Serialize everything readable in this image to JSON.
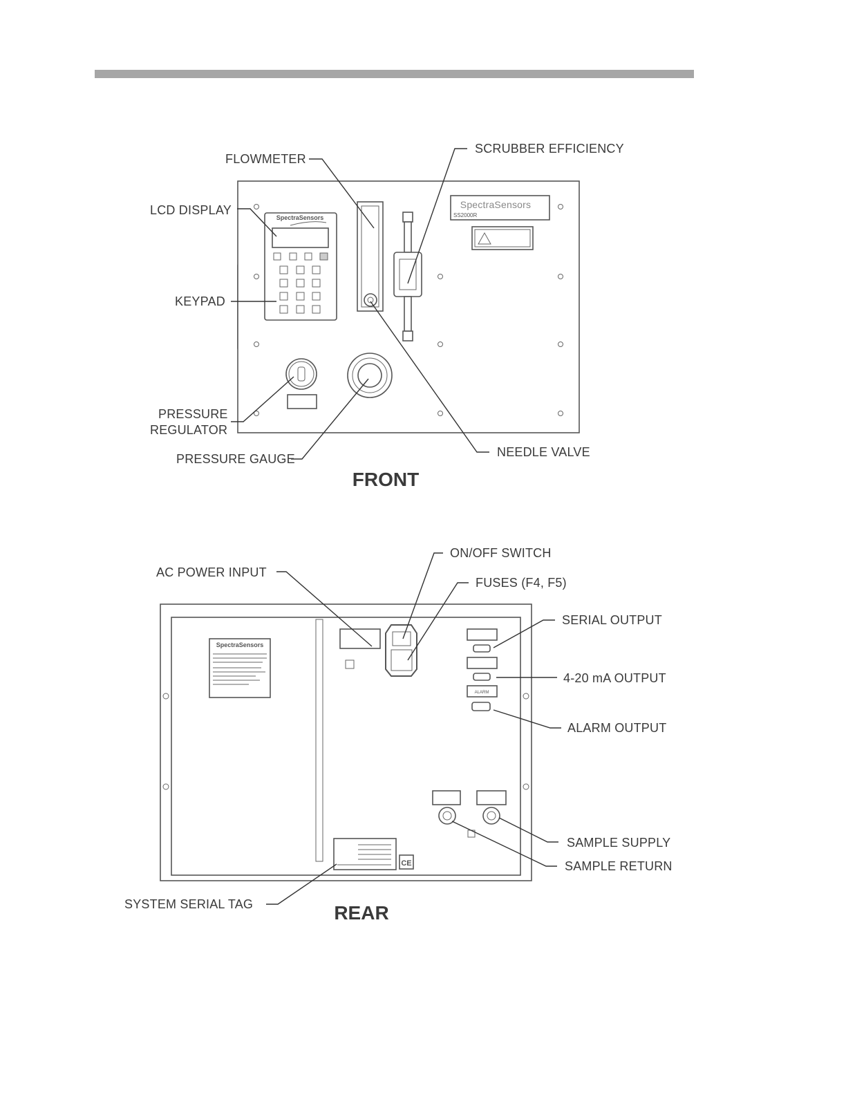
{
  "front": {
    "title": "FRONT",
    "labels": {
      "flowmeter": "FLOWMETER",
      "scrubber_efficiency": "SCRUBBER EFFICIENCY",
      "lcd_display": "LCD DISPLAY",
      "keypad": "KEYPAD",
      "pressure_regulator_line1": "PRESSURE",
      "pressure_regulator_line2": "REGULATOR",
      "pressure_gauge": "PRESSURE GAUGE",
      "needle_valve": "NEEDLE VALVE"
    },
    "brand": "SpectraSensors",
    "model": "SS2000R"
  },
  "rear": {
    "title": "REAR",
    "labels": {
      "ac_power_input": "AC POWER INPUT",
      "on_off_switch": "ON/OFF SWITCH",
      "fuses": "FUSES (F4, F5)",
      "serial_output": "SERIAL OUTPUT",
      "ma_output": "4-20 mA OUTPUT",
      "alarm_output": "ALARM OUTPUT",
      "sample_supply": "SAMPLE SUPPLY",
      "sample_return": "SAMPLE RETURN",
      "system_serial_tag": "SYSTEM SERIAL TAG"
    },
    "brand": "SpectraSensors",
    "ce_mark": "CE",
    "alarm_plate": "ALARM"
  }
}
